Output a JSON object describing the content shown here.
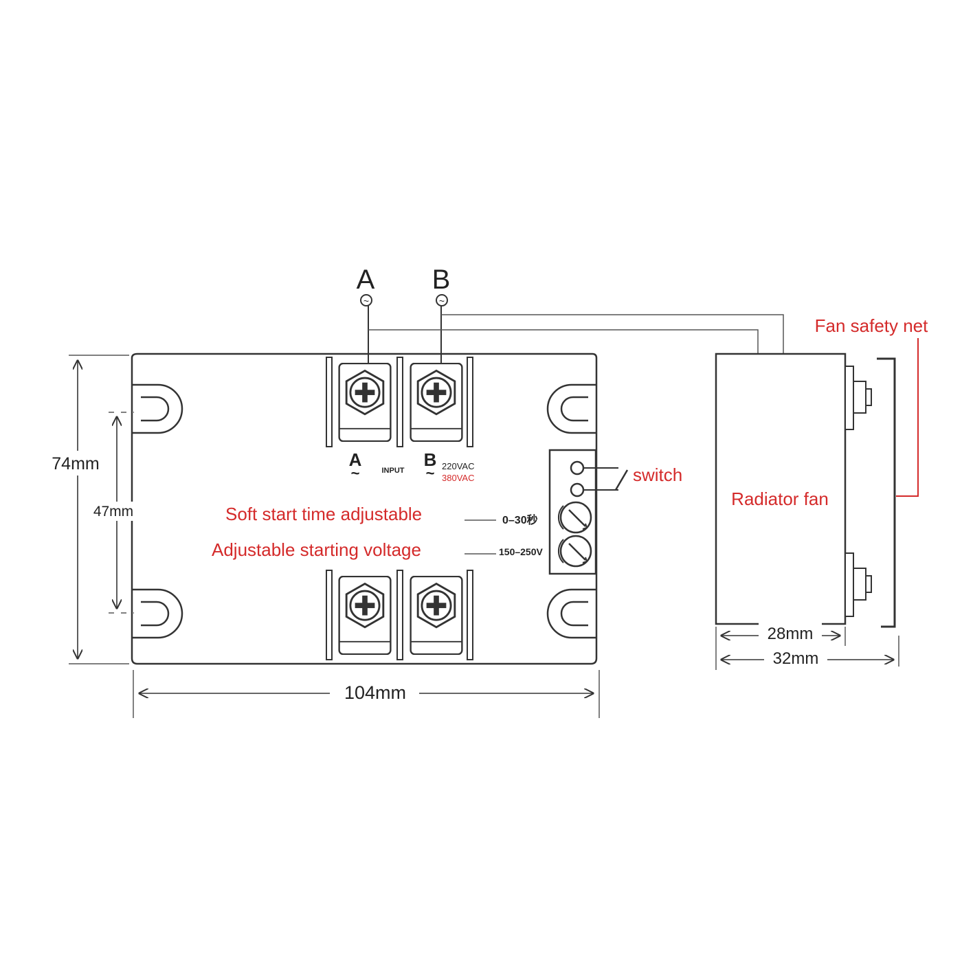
{
  "terminals": {
    "top_a": "A",
    "top_b": "B",
    "ac_symbol": "~",
    "input_a": "A",
    "input_b": "B",
    "input_label": "INPUT",
    "voltage_220": "220VAC",
    "voltage_380": "380VAC"
  },
  "labels": {
    "soft_start_time": "Soft start time adjustable",
    "starting_voltage": "Adjustable starting voltage",
    "time_range": "0–30秒",
    "voltage_range": "150–250V",
    "switch": "switch",
    "radiator_fan": "Radiator fan",
    "fan_safety_net": "Fan safety net"
  },
  "dimensions": {
    "height": "74mm",
    "mount_spacing": "47mm",
    "width": "104mm",
    "fan_depth": "28mm",
    "total_depth": "32mm"
  },
  "colors": {
    "annotation": "#d42a2a",
    "line": "#333333",
    "text": "#222222"
  }
}
